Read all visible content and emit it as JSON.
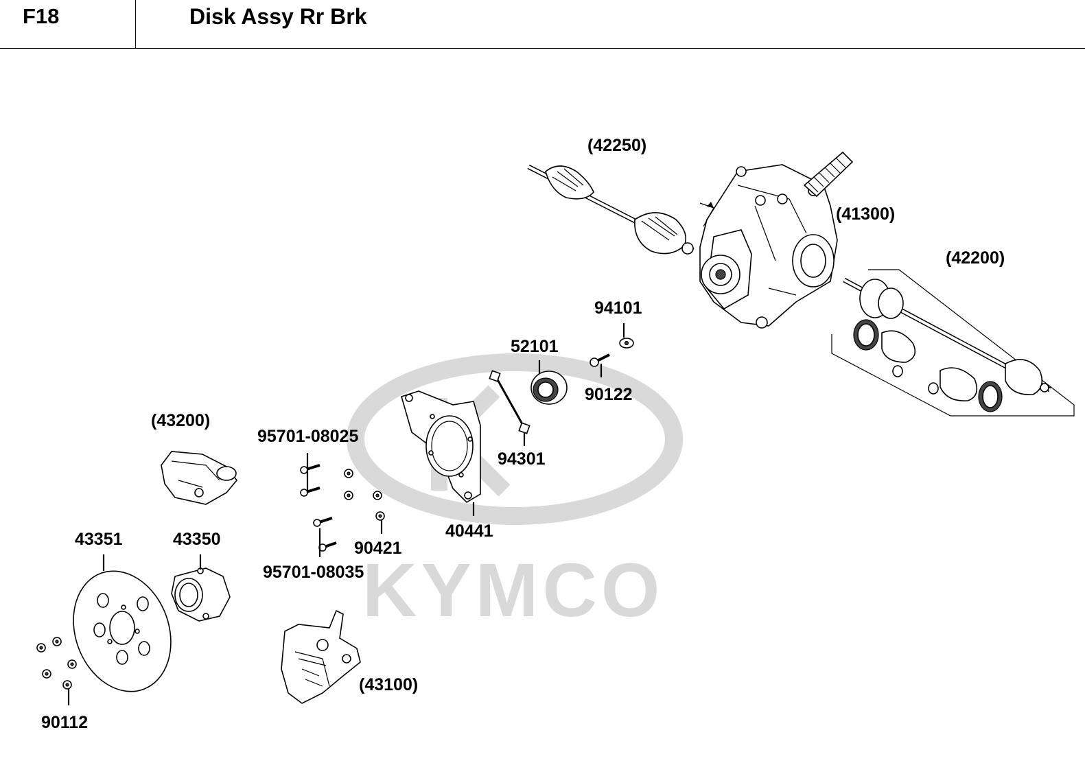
{
  "header": {
    "code": "F18",
    "title": "Disk Assy Rr Brk"
  },
  "watermark": {
    "brand": "KYMCO"
  },
  "callouts": [
    {
      "id": "c42250",
      "text": "(42250)"
    },
    {
      "id": "c41300",
      "text": "(41300)"
    },
    {
      "id": "c42200",
      "text": "(42200)"
    },
    {
      "id": "c94101",
      "text": "94101"
    },
    {
      "id": "c52101",
      "text": "52101"
    },
    {
      "id": "c90122",
      "text": "90122"
    },
    {
      "id": "c94301",
      "text": "94301"
    },
    {
      "id": "c43200",
      "text": "(43200)"
    },
    {
      "id": "c95701_08025",
      "text": "95701-08025"
    },
    {
      "id": "c40441",
      "text": "40441"
    },
    {
      "id": "c90421",
      "text": "90421"
    },
    {
      "id": "c95701_08035",
      "text": "95701-08035"
    },
    {
      "id": "c43351",
      "text": "43351"
    },
    {
      "id": "c43350",
      "text": "43350"
    },
    {
      "id": "c43100",
      "text": "(43100)"
    },
    {
      "id": "c90112",
      "text": "90112"
    }
  ]
}
